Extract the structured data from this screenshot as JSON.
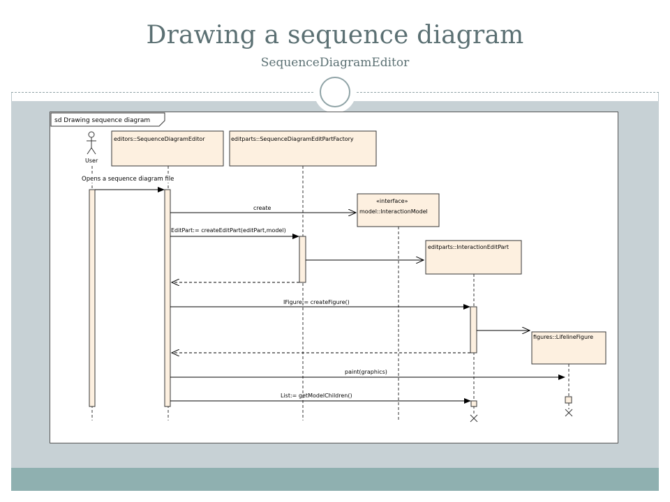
{
  "slide": {
    "title": "Drawing a sequence diagram",
    "subtitle": "SequenceDiagramEditor"
  },
  "diagram": {
    "frame_label": "sd Drawing sequence diagram",
    "actor_label": "User",
    "lifelines": {
      "editor": "editors::SequenceDiagramEditor",
      "factory": "editparts::SequenceDiagramEditPartFactory",
      "model_stereotype": "«interface»",
      "model": "model::InteractionModel",
      "editpart": "editparts::InteractionEditPart",
      "figure": "figures::LifelineFigure"
    },
    "messages": {
      "open": "Opens a sequence diagram file",
      "create": "create",
      "create_edit_part": "EditPart:= createEditPart(editPart,model)",
      "create_figure": "IFigure:= createFigure()",
      "paint": "paint(graphics)",
      "get_children": "List:= getModelChildren()"
    }
  },
  "colors": {
    "box_fill": "#fdf0e0",
    "content_bg": "#c7d1d5",
    "footer": "#8fb0b0",
    "title": "#5b7073"
  }
}
